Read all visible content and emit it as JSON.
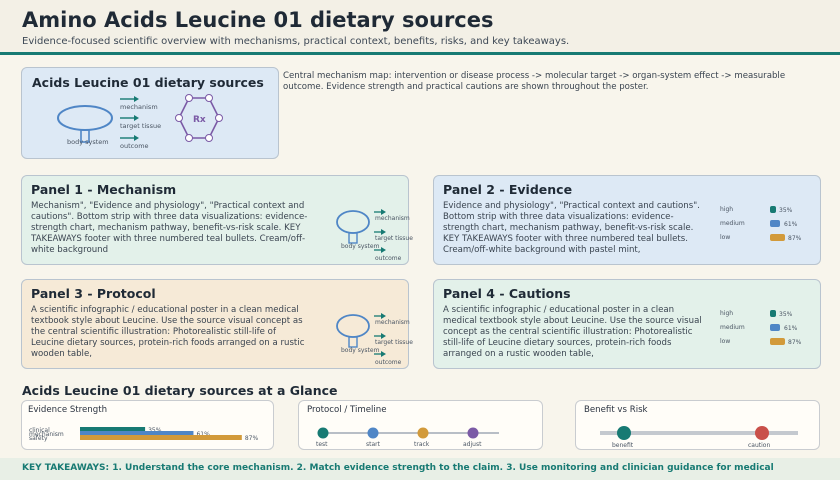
{
  "header": {
    "title": "Amino Acids Leucine 01 dietary sources",
    "subtitle": "Evidence-focused scientific overview with mechanisms, practical context, benefits, risks, and key takeaways."
  },
  "hero": {
    "title": "Acids Leucine 01 dietary sources",
    "arrows": [
      "mechanism",
      "target tissue",
      "outcome"
    ],
    "body_label": "body system",
    "rx_label": "Rx",
    "description": "Central mechanism map: intervention or disease process -> molecular target -> organ-system effect -> measurable outcome. Evidence strength and practical cautions are shown throughout the poster."
  },
  "panels": [
    {
      "title": "Panel 1 - Mechanism",
      "text": "Mechanism\", \"Evidence and physiology\", \"Practical context and cautions\". Bottom strip with three data visualizations: evidence-strength chart, mechanism pathway, benefit-vs-risk scale. KEY TAKEAWAYS footer with three numbered teal bullets. Cream/off-white background",
      "diagram": {
        "labels": [
          "mechanism",
          "target tissue",
          "outcome"
        ],
        "body": "body system"
      }
    },
    {
      "title": "Panel 2 - Evidence",
      "text": "Evidence and physiology\", \"Practical context and cautions\". Bottom strip with three data visualizations: evidence-strength chart, mechanism pathway, benefit-vs-risk scale. KEY TAKEAWAYS footer with three numbered teal bullets. Cream/off-white background with pastel mint,",
      "levels": [
        {
          "label": "high",
          "value": "35%"
        },
        {
          "label": "medium",
          "value": "61%"
        },
        {
          "label": "low",
          "value": "87%"
        }
      ]
    },
    {
      "title": "Panel 3 - Protocol",
      "text": "A scientific infographic / educational poster in a clean medical textbook style about Leucine. Use the source visual concept as the central scientific illustration: Photorealistic still-life of Leucine dietary sources, protein-rich foods arranged on a rustic wooden table,",
      "diagram": {
        "labels": [
          "mechanism",
          "target tissue",
          "outcome"
        ],
        "body": "body system"
      }
    },
    {
      "title": "Panel 4 - Cautions",
      "text": "A scientific infographic / educational poster in a clean medical textbook style about Leucine. Use the source visual concept as the central scientific illustration: Photorealistic still-life of Leucine dietary sources, protein-rich foods arranged on a rustic wooden table,",
      "levels": [
        {
          "label": "high",
          "value": "35%"
        },
        {
          "label": "medium",
          "value": "61%"
        },
        {
          "label": "low",
          "value": "87%"
        }
      ]
    }
  ],
  "glance": {
    "title": "Acids Leucine 01 dietary sources at a Glance",
    "evidence": {
      "title": "Evidence Strength",
      "rows": [
        {
          "label": "clinical",
          "value": 35,
          "text": "35%"
        },
        {
          "label": "mechanism",
          "value": 61,
          "text": "61%"
        },
        {
          "label": "safety",
          "value": 87,
          "text": "87%"
        }
      ]
    },
    "protocol": {
      "title": "Protocol / Timeline",
      "steps": [
        "test",
        "start",
        "track",
        "adjust"
      ]
    },
    "benefit_risk": {
      "title": "Benefit vs Risk",
      "left": "benefit",
      "right": "caution"
    }
  },
  "takeaways": "KEY TAKEAWAYS: 1. Understand the core mechanism. 2. Match evidence strength to the claim. 3. Use monitoring and clinician guidance for medical",
  "colors": {
    "teal": "#177a73",
    "blue": "#4f86c6",
    "gold": "#d29a3a",
    "red": "#c9504a",
    "purple": "#7b5aa6"
  }
}
